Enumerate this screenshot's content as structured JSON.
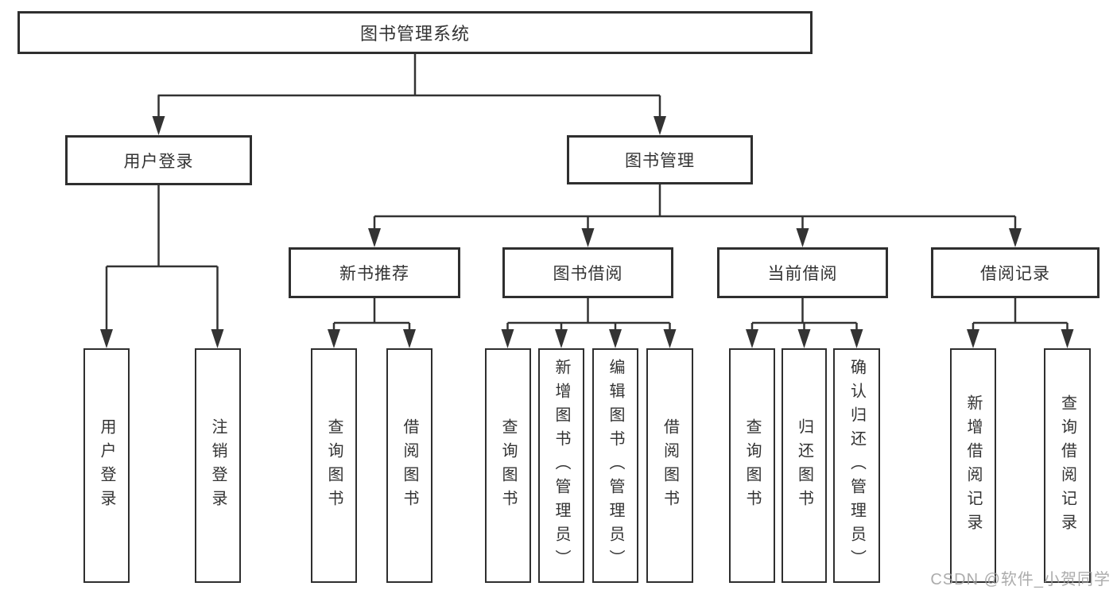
{
  "tree": {
    "label": "图书管理系统",
    "children": [
      {
        "label": "用户登录",
        "children": [
          {
            "label": "用户登录"
          },
          {
            "label": "注销登录"
          }
        ]
      },
      {
        "label": "图书管理",
        "children": [
          {
            "label": "新书推荐",
            "children": [
              {
                "label": "查询图书"
              },
              {
                "label": "借阅图书"
              }
            ]
          },
          {
            "label": "图书借阅",
            "children": [
              {
                "label": "查询图书"
              },
              {
                "label": "新增图书（管理员）"
              },
              {
                "label": "编辑图书（管理员）"
              },
              {
                "label": "借阅图书"
              }
            ]
          },
          {
            "label": "当前借阅",
            "children": [
              {
                "label": "查询图书"
              },
              {
                "label": "归还图书"
              },
              {
                "label": "确认归还（管理员）"
              }
            ]
          },
          {
            "label": "借阅记录",
            "children": [
              {
                "label": "新增借阅记录"
              },
              {
                "label": "查询借阅记录"
              }
            ]
          }
        ]
      }
    ]
  },
  "watermark": {
    "text": "CSDN @软件_小贺同学"
  },
  "colors": {
    "line": "#333333",
    "text": "#333333",
    "box_border": "#2f2f2f",
    "background": "#ffffff",
    "watermark": "#9e9e9e"
  }
}
